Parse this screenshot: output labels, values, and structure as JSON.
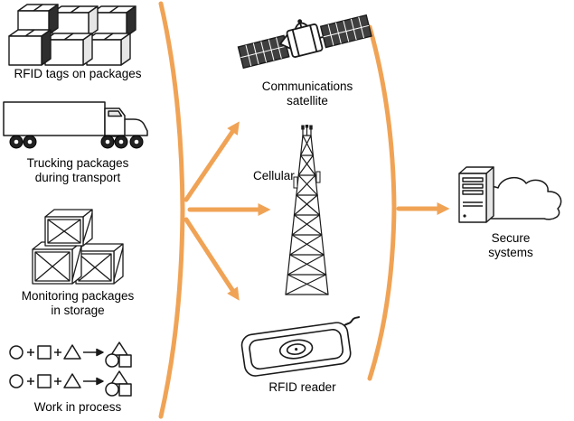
{
  "theme": {
    "accent": "#F0A355"
  },
  "nodes": {
    "rfid_tags": {
      "label": "RFID tags on packages",
      "icon": "packages-icon"
    },
    "trucking": {
      "label": "Trucking packages\nduring transport",
      "icon": "truck-icon"
    },
    "monitoring": {
      "label": "Monitoring packages\nin storage",
      "icon": "crates-icon"
    },
    "work_in_process": {
      "label": "Work in process",
      "icon": "work-in-process-icon"
    },
    "satellite": {
      "label": "Communications\nsatellite",
      "icon": "satellite-icon"
    },
    "cellular": {
      "label": "Cellular",
      "icon": "cell-tower-icon"
    },
    "rfid_reader": {
      "label": "RFID reader",
      "icon": "rfid-reader-icon"
    },
    "secure_systems": {
      "label": "Secure\nsystems",
      "icon": "server-cloud-icon"
    }
  },
  "connections": [
    {
      "from": "tracking-sources-group",
      "to": "communications-satellite"
    },
    {
      "from": "tracking-sources-group",
      "to": "cellular"
    },
    {
      "from": "tracking-sources-group",
      "to": "rfid-reader"
    },
    {
      "from": "network-group",
      "to": "secure-systems"
    }
  ]
}
